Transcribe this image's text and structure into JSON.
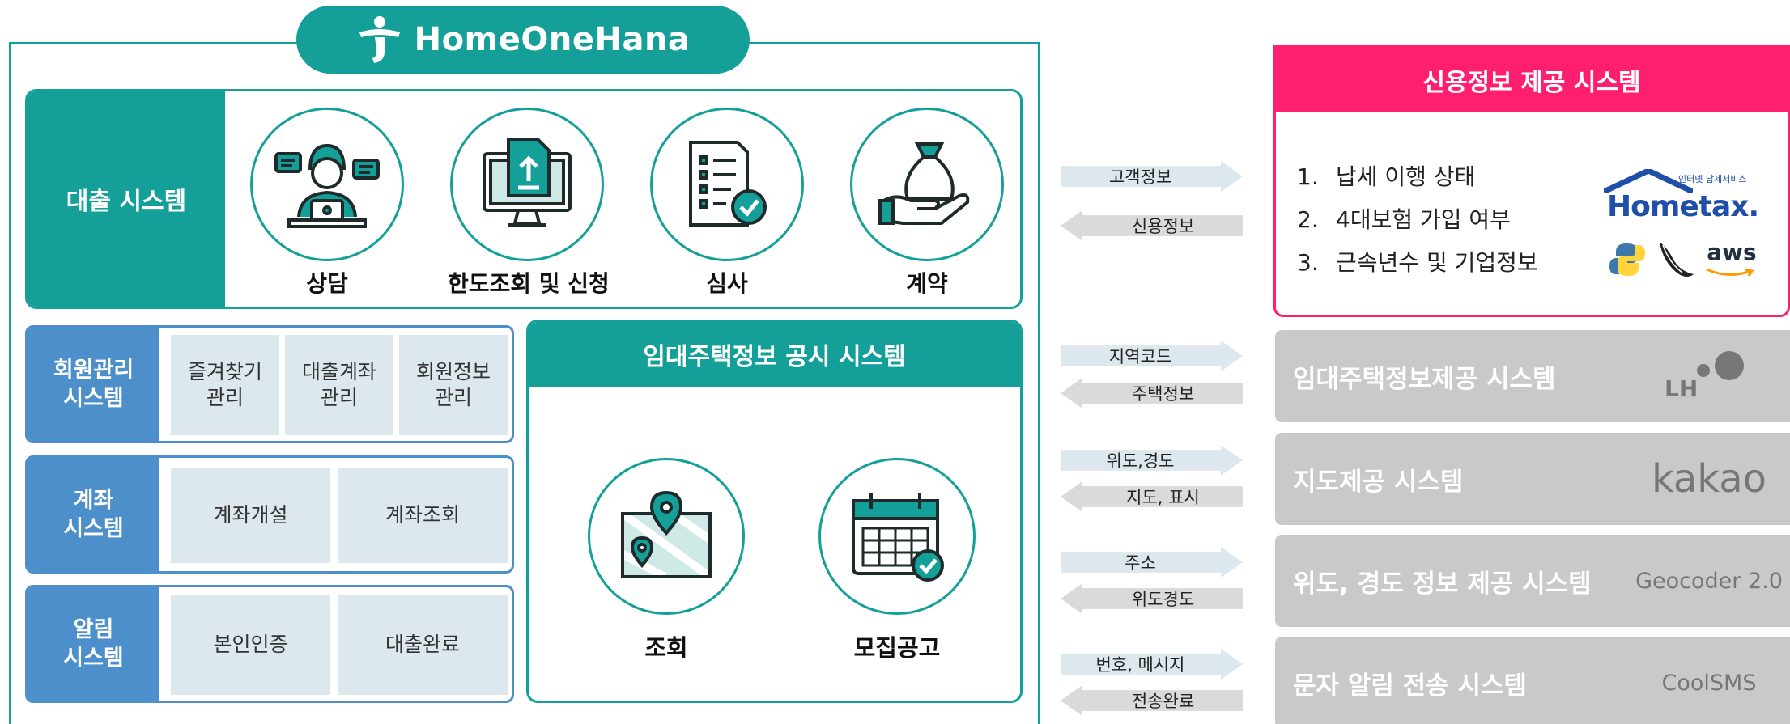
{
  "brand": {
    "name": "HomeOneHana"
  },
  "loan_system": {
    "title": "대출 시스템",
    "steps": [
      {
        "label": "상담",
        "icon": "consultant-icon"
      },
      {
        "label": "한도조회 및 신청",
        "icon": "document-upload-icon"
      },
      {
        "label": "심사",
        "icon": "checklist-icon"
      },
      {
        "label": "계약",
        "icon": "money-bag-hand-icon"
      }
    ]
  },
  "member_system": {
    "title": "회원관리\n시스템",
    "cells": [
      "즐겨찾기\n관리",
      "대출계좌\n관리",
      "회원정보\n관리"
    ]
  },
  "account_system": {
    "title": "계좌\n시스템",
    "cells": [
      "계좌개설",
      "계좌조회"
    ]
  },
  "alert_system": {
    "title": "알림\n시스템",
    "cells": [
      "본인인증",
      "대출완료"
    ]
  },
  "rental_notice_system": {
    "title": "임대주택정보 공시 시스템",
    "items": [
      {
        "label": "조회",
        "icon": "map-pin-icon"
      },
      {
        "label": "모집공고",
        "icon": "calendar-check-icon"
      }
    ]
  },
  "flows": [
    {
      "out": "고객정보",
      "in": "신용정보"
    },
    {
      "out": "지역코드",
      "in": "주택정보"
    },
    {
      "out": "위도,경도",
      "in": "지도, 표시"
    },
    {
      "out": "주소",
      "in": "위도경도"
    },
    {
      "out": "번호, 메시지",
      "in": "전송완료"
    }
  ],
  "credit_system": {
    "title": "신용정보 제공 시스템",
    "items": [
      {
        "num": "1.",
        "text": "납세 이행 상태"
      },
      {
        "num": "2.",
        "text": "4대보험 가입 여부"
      },
      {
        "num": "3.",
        "text": "근속년수 및 기업정보"
      }
    ],
    "logos": {
      "hometax": "Hometax.",
      "hometax_sub": "인터넷 납세서비스",
      "aws": "aws"
    }
  },
  "external_systems": [
    {
      "title": "임대주택정보제공 시스템",
      "logo": "LH"
    },
    {
      "title": "지도제공 시스템",
      "logo": "kakao"
    },
    {
      "title": "위도, 경도 정보 제공 시스템",
      "logo": "Geocoder 2.0"
    },
    {
      "title": "문자 알림 전송 시스템",
      "logo": "CoolSMS"
    }
  ],
  "colors": {
    "teal": "#14a098",
    "blue": "#4d8fca",
    "pink": "#ff1f6e",
    "gray": "#c9c9c9",
    "cell": "#dde7ee"
  }
}
